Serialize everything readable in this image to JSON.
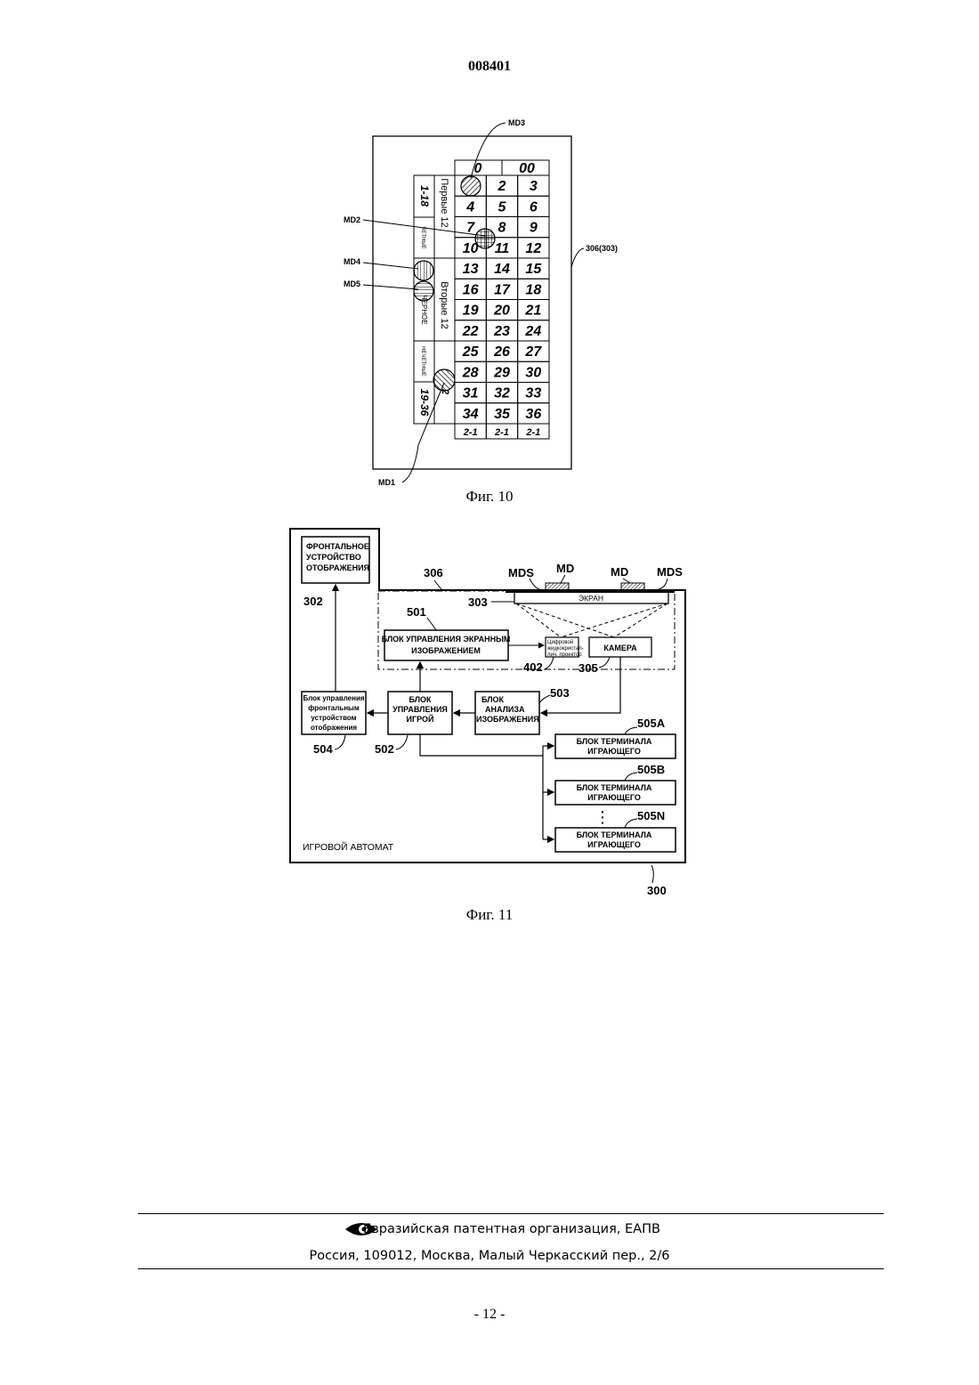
{
  "header": {
    "doc_number": "008401"
  },
  "fig10": {
    "caption": "Фиг. 10",
    "grid_rows": [
      [
        "4",
        "5",
        "6"
      ],
      [
        "7",
        "8",
        "9"
      ],
      [
        "10",
        "11",
        "12"
      ],
      [
        "13",
        "14",
        "15"
      ],
      [
        "16",
        "17",
        "18"
      ],
      [
        "19",
        "20",
        "21"
      ],
      [
        "22",
        "23",
        "24"
      ],
      [
        "25",
        "26",
        "27"
      ],
      [
        "28",
        "29",
        "30"
      ],
      [
        "31",
        "32",
        "33"
      ],
      [
        "34",
        "35",
        "36"
      ]
    ],
    "first_row": [
      "2",
      "3"
    ],
    "zero": "0",
    "double_zero": "00",
    "column_bets": [
      "2-1",
      "2-1",
      "2-1"
    ],
    "side_outer": [
      "1-18",
      "ЧЕТНЫЕ",
      "ЧЕРНОЕ",
      "НЕЧЕТНЫЕ",
      "19-36"
    ],
    "side_inner": [
      "Первые 12",
      "Вторые 12"
    ],
    "inner_partial": "2",
    "labels": {
      "md1": "MD1",
      "md2": "MD2",
      "md3": "MD3",
      "md4": "MD4",
      "md5": "MD5",
      "table": "306(303)"
    }
  },
  "fig11": {
    "caption": "Фиг. 11",
    "machine_label": "ИГРОВОЙ АВТОМАТ",
    "front_display": [
      "ФРОНТАЛЬНОЕ",
      "УСТРОЙСТВО",
      "ОТОБРАЖЕНИЯ"
    ],
    "screen_label": "ЭКРАН",
    "screen_ctrl": [
      "БЛОК УПРАВЛЕНИЯ ЭКРАННЫМ",
      "ИЗОБРАЖЕНИЕМ"
    ],
    "projector": [
      "Цифровой",
      "жидкокристал-",
      "лич. проектор"
    ],
    "camera": "КАМЕРА",
    "front_ctrl": [
      "Блок управления",
      "фронтальным",
      "устройством",
      "отображения"
    ],
    "game_ctrl": [
      "БЛОК",
      "УПРАВЛЕНИЯ",
      "ИГРОЙ"
    ],
    "img_analysis": [
      "БЛОК",
      "АНАЛИЗА",
      "ИЗОБРАЖЕНИЯ"
    ],
    "terminal": [
      "БЛОК ТЕРМИНАЛА",
      "ИГРАЮЩЕГО"
    ],
    "refs": {
      "r302": "302",
      "r306": "306",
      "r501": "501",
      "r303": "303",
      "r402": "402",
      "r305": "305",
      "r503": "503",
      "r504": "504",
      "r502": "502",
      "r505a": "505A",
      "r505b": "505B",
      "r505n": "505N",
      "r300": "300",
      "mds1": "MDS",
      "md1": "MD",
      "md2": "MD",
      "mds2": "MDS"
    },
    "dots": "⋮"
  },
  "footer": {
    "org": "Евразийская патентная организация, ЕАПВ",
    "address": "Россия, 109012, Москва, Малый Черкасский пер., 2/6"
  },
  "page_number": "- 12 -"
}
